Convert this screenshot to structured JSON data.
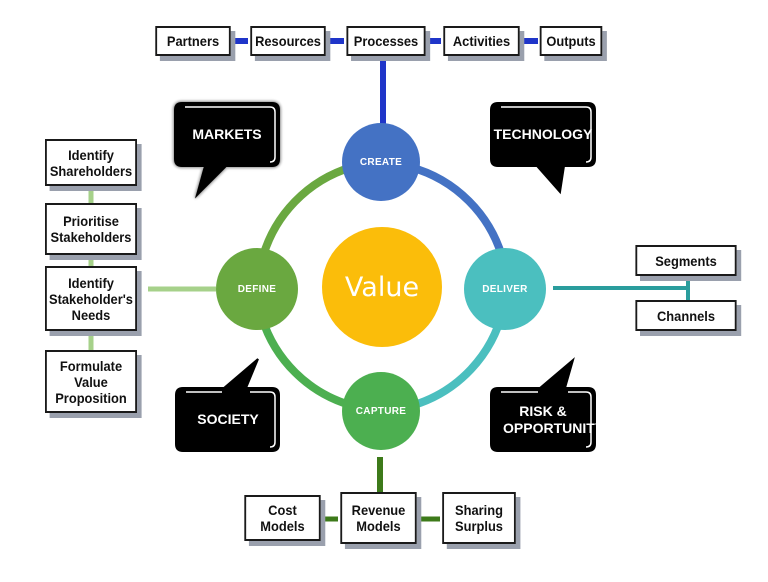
{
  "colors": {
    "create": "#4472c4",
    "deliver": "#4bbfbf",
    "capture": "#4caf50",
    "define": "#6aa840",
    "value": "#fbbd0a",
    "top_connector": "#1f35c9",
    "deliver_connector": "#2a9d9d",
    "capture_connector": "#3d7a1a",
    "define_connector": "#a6d18a"
  },
  "center": {
    "label": "Value"
  },
  "nodes": {
    "create": "CREATE",
    "deliver": "DELIVER",
    "capture": "CAPTURE",
    "define": "DEFINE"
  },
  "create_chain": [
    "Partners",
    "Resources",
    "Processes",
    "Activities",
    "Outputs"
  ],
  "deliver_chain": [
    "Segments",
    "Channels"
  ],
  "capture_chain": [
    "Cost Models",
    "Revenue Models",
    "Sharing Surplus"
  ],
  "define_chain": [
    "Identify Shareholders",
    "Prioritise Stakeholders",
    "Identify Stakeholder's Needs",
    "Formulate Value Proposition"
  ],
  "bubbles": {
    "markets": "MARKETS",
    "technology": "TECHNOLOGY",
    "society": "SOCIETY",
    "risk": "RISK & OPPORTUNITY"
  }
}
